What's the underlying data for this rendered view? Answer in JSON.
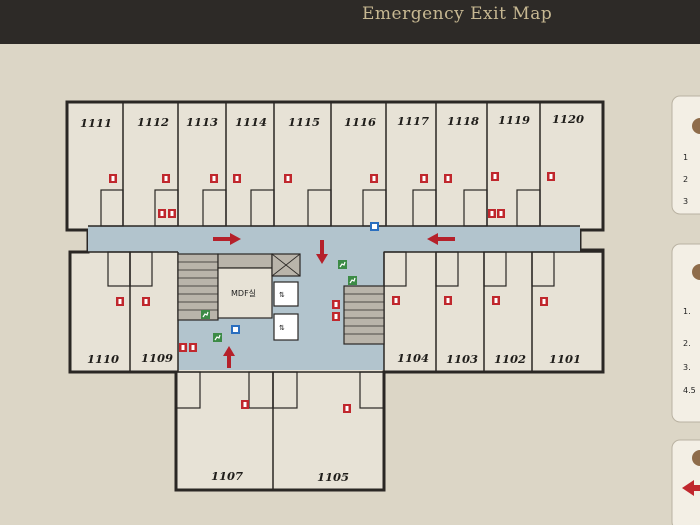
{
  "header": {
    "title": "Emergency Exit Map"
  },
  "rooms": {
    "r1111": "1111",
    "r1112": "1112",
    "r1113": "1113",
    "r1114": "1114",
    "r1115": "1115",
    "r1116": "1116",
    "r1117": "1117",
    "r1118": "1118",
    "r1119": "1119",
    "r1120": "1120",
    "r1110": "1110",
    "r1109": "1109",
    "r1104": "1104",
    "r1103": "1103",
    "r1102": "1102",
    "r1101": "1101",
    "r1107": "1107",
    "r1105": "1105"
  },
  "labels": {
    "mdf": "MDF실"
  },
  "side_cards": {
    "card1": [
      "1",
      "2",
      "3"
    ],
    "card2": [
      "1.",
      "2.",
      "3.",
      "4.5"
    ]
  },
  "colors": {
    "corridor": "#b2c4cd",
    "extinguisher": "#c0272d",
    "exit_sign": "#3c8b46",
    "phone": "#2a6fbf",
    "arrow": "#b5202a",
    "wall": "#2a2724"
  },
  "icons": {
    "extinguisher": "fire-extinguisher-icon",
    "exit": "emergency-exit-sign-icon",
    "phone": "emergency-phone-icon",
    "elevator": "elevator-icon",
    "arrow": "evacuation-direction-arrow-icon"
  }
}
